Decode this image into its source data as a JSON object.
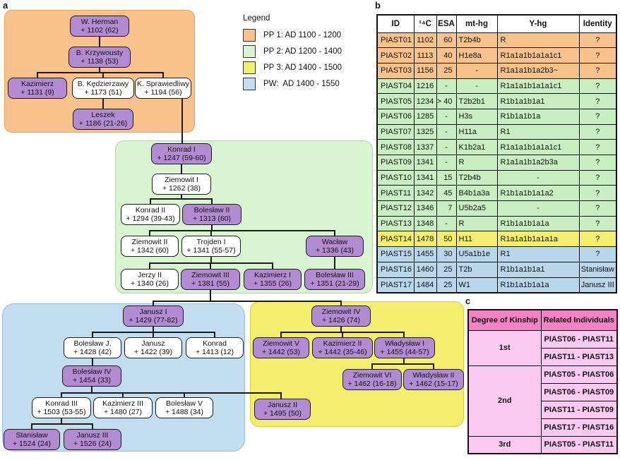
{
  "panels": {
    "a": "a",
    "b": "b",
    "c": "c"
  },
  "colors": {
    "pp1": "#F7C28C",
    "pp2": "#C9EEC2",
    "pp2_region": "#D8F4D0",
    "pp3": "#F4EE70",
    "pw": "#BAD6EB",
    "pw_region": "#C3DDF0",
    "sampled": "#B28BD2",
    "kinship_header": "#F383C4",
    "kinship_body": "#F9C9F1"
  },
  "legend": {
    "title": "Legend",
    "items": [
      {
        "key": "pp1",
        "label": "PP 1: AD 1100 - 1200"
      },
      {
        "key": "pp2",
        "label": "PP 2: AD 1200 - 1400"
      },
      {
        "key": "pp3",
        "label": "PP 3: AD 1400 - 1500"
      },
      {
        "key": "pw",
        "label": "PW:  AD 1400 - 1550"
      }
    ]
  },
  "tree": {
    "nodes": [
      {
        "id": "wherman",
        "name": "W. Herman",
        "date": "+ 1102 (62)",
        "sampled": true
      },
      {
        "id": "krzywousty",
        "name": "B. Krzywousty",
        "date": "+ 1138 (53)",
        "sampled": true
      },
      {
        "id": "kazimierz",
        "name": "Kazimierz",
        "date": "+ 1131 (9)",
        "sampled": true
      },
      {
        "id": "kedzierzawy",
        "name": "B. Kędzierzawy",
        "date": "+ 1173 (51)",
        "sampled": false
      },
      {
        "id": "sprawiedliwy",
        "name": "K. Sprawiedliwy",
        "date": "+ 1194 (56)",
        "sampled": false
      },
      {
        "id": "leszek",
        "name": "Leszek",
        "date": "+ 1186 (21-26)",
        "sampled": true
      },
      {
        "id": "konrad1",
        "name": "Konrad I",
        "date": "+ 1247 (59-60)",
        "sampled": true
      },
      {
        "id": "ziemowit1",
        "name": "Ziemowit I",
        "date": "+ 1262 (38)",
        "sampled": false
      },
      {
        "id": "konrad2",
        "name": "Konrad II",
        "date": "+ 1294 (39-43)",
        "sampled": false
      },
      {
        "id": "boleslaw2",
        "name": "Bolesław II",
        "date": "+ 1313 (60)",
        "sampled": true
      },
      {
        "id": "ziemowit2",
        "name": "Ziemowit II",
        "date": "+ 1342 (60)",
        "sampled": false
      },
      {
        "id": "trojden1",
        "name": "Trojden I",
        "date": "+ 1341 (55-57)",
        "sampled": false
      },
      {
        "id": "waclaw",
        "name": "Wacław",
        "date": "+ 1336 (43)",
        "sampled": true
      },
      {
        "id": "jerzy2",
        "name": "Jerzy II",
        "date": "+ 1340 (26)",
        "sampled": false
      },
      {
        "id": "ziemowit3",
        "name": "Ziemowit III",
        "date": "+ 1381 (55)",
        "sampled": true
      },
      {
        "id": "kazimierz1",
        "name": "Kazimierz I",
        "date": "+ 1355 (26)",
        "sampled": true
      },
      {
        "id": "boleslaw3",
        "name": "Bolesław III",
        "date": "+ 1351 (21-29)",
        "sampled": true
      },
      {
        "id": "janusz1",
        "name": "Janusz I",
        "date": "+ 1429 (77-82)",
        "sampled": true
      },
      {
        "id": "boleslawJ",
        "name": "Bolesław J.",
        "date": "+ 1428 (42)",
        "sampled": false
      },
      {
        "id": "janusz",
        "name": "Janusz",
        "date": "+ 1422 (39)",
        "sampled": false
      },
      {
        "id": "konrad",
        "name": "Konrad",
        "date": "+ 1413 (12)",
        "sampled": false
      },
      {
        "id": "boleslaw4",
        "name": "Bolesław IV",
        "date": "+ 1454 (33)",
        "sampled": true
      },
      {
        "id": "konrad3",
        "name": "Konrad III",
        "date": "+ 1503 (53-55)",
        "sampled": false
      },
      {
        "id": "kazimierz3",
        "name": "Kazimierz III",
        "date": "+ 1480 (27)",
        "sampled": false
      },
      {
        "id": "boleslaw5",
        "name": "Bolesław V",
        "date": "+ 1488 (34)",
        "sampled": false
      },
      {
        "id": "stanislaw",
        "name": "Stanisław",
        "date": "+ 1524 (24)",
        "sampled": true
      },
      {
        "id": "janusz3",
        "name": "Janusz III",
        "date": "+ 1526 (24)",
        "sampled": true
      },
      {
        "id": "ziemowit4",
        "name": "Ziemowit IV",
        "date": "+ 1426 (74)",
        "sampled": true
      },
      {
        "id": "ziemowit5",
        "name": "Ziemowit V",
        "date": "+ 1442 (53)",
        "sampled": true
      },
      {
        "id": "kazimierz2",
        "name": "Kazimierz II",
        "date": "+ 1442 (35-46)",
        "sampled": true
      },
      {
        "id": "wladyslaw1",
        "name": "Władysław I",
        "date": "+ 1455 (44-57)",
        "sampled": true
      },
      {
        "id": "ziemowit6",
        "name": "Ziemowit VI",
        "date": "+ 1462 (16-18)",
        "sampled": true
      },
      {
        "id": "wladyslaw2",
        "name": "Władysław II",
        "date": "+ 1462 (15-17)",
        "sampled": true
      },
      {
        "id": "janusz2",
        "name": "Janusz II",
        "date": "+ 1495 (50)",
        "sampled": true
      }
    ]
  },
  "table_b": {
    "headers": [
      "ID",
      "¹⁴C",
      "ESA",
      "mt-hg",
      "Y-hg",
      "Identity"
    ],
    "rows": [
      {
        "id": "PIAST01",
        "c14": "1102",
        "esa": "60",
        "mt": "T2b4b",
        "y": "R",
        "identity": "?",
        "period": "pp1"
      },
      {
        "id": "PIAST02",
        "c14": "1113",
        "esa": "40",
        "mt": "H1e8a",
        "y": "R1a1a1b1a1a1c1",
        "identity": "?",
        "period": "pp1"
      },
      {
        "id": "PIAST03",
        "c14": "1156",
        "esa": "25",
        "mt": "-",
        "y": "R1a1a1b1a2b3~",
        "identity": "?",
        "period": "pp1"
      },
      {
        "id": "PIAST04",
        "c14": "1216",
        "esa": "-",
        "mt": "-",
        "y": "R1a1a1b1a1a1c1",
        "identity": "?",
        "period": "pp2"
      },
      {
        "id": "PIAST05",
        "c14": "1234",
        "esa": "> 40",
        "mt": "T2b2b1",
        "y": "R1b1a1b1a1",
        "identity": "?",
        "period": "pp2"
      },
      {
        "id": "PIAST06",
        "c14": "1285",
        "esa": "-",
        "mt": "H3s",
        "y": "R1b1a1b1a",
        "identity": "?",
        "period": "pp2"
      },
      {
        "id": "PIAST07",
        "c14": "1325",
        "esa": "-",
        "mt": "H11a",
        "y": "R1",
        "identity": "?",
        "period": "pp2"
      },
      {
        "id": "PIAST08",
        "c14": "1337",
        "esa": "-",
        "mt": "K1b2a1",
        "y": "R1a1a1b1a1a1c1",
        "identity": "?",
        "period": "pp2"
      },
      {
        "id": "PIAST09",
        "c14": "1341",
        "esa": "-",
        "mt": "R",
        "y": "R1a1a1b1a2b3a",
        "identity": "?",
        "period": "pp2"
      },
      {
        "id": "PIAST10",
        "c14": "1341",
        "esa": "15",
        "mt": "T2b4b",
        "y": "-",
        "identity": "?",
        "period": "pp2"
      },
      {
        "id": "PIAST11",
        "c14": "1342",
        "esa": "45",
        "mt": "B4b1a3a",
        "y": "R1b1a1b1a1a2",
        "identity": "?",
        "period": "pp2"
      },
      {
        "id": "PIAST12",
        "c14": "1346",
        "esa": "7",
        "mt": "U5b2a5",
        "y": "-",
        "identity": "?",
        "period": "pp2"
      },
      {
        "id": "PIAST13",
        "c14": "1348",
        "esa": "-",
        "mt": "R",
        "y": "R1b1a1b1a1a",
        "identity": "?",
        "period": "pp2"
      },
      {
        "id": "PIAST14",
        "c14": "1478",
        "esa": "50",
        "mt": "H11",
        "y": "R1a1a1b1a1a1a",
        "identity": "?",
        "period": "pp3"
      },
      {
        "id": "PIAST15",
        "c14": "1455",
        "esa": "30",
        "mt": "U5a1b1e",
        "y": "R1",
        "identity": "?",
        "period": "pw"
      },
      {
        "id": "PIAST16",
        "c14": "1460",
        "esa": "25",
        "mt": "T2b",
        "y": "R1b1a1b1a1",
        "identity": "Stanisław",
        "period": "pw"
      },
      {
        "id": "PIAST17",
        "c14": "1484",
        "esa": "25",
        "mt": "W1",
        "y": "R1b1a1b1a1a",
        "identity": "Janusz III",
        "period": "pw"
      }
    ]
  },
  "table_c": {
    "headers": [
      "Degree of Kinship",
      "Related Individuals"
    ],
    "groups": [
      {
        "degree": "1st",
        "pairs": [
          "PIAST06 - PIAST11",
          "PIAST11 - PIAST13"
        ]
      },
      {
        "degree": "2nd",
        "pairs": [
          "PIAST05 - PIAST06",
          "PIAST06 - PIAST09",
          "PIAST11 - PIAST09",
          "PIAST17 - PIAST16"
        ]
      },
      {
        "degree": "3rd",
        "pairs": [
          "PIAST05 - PIAST11"
        ]
      }
    ]
  }
}
